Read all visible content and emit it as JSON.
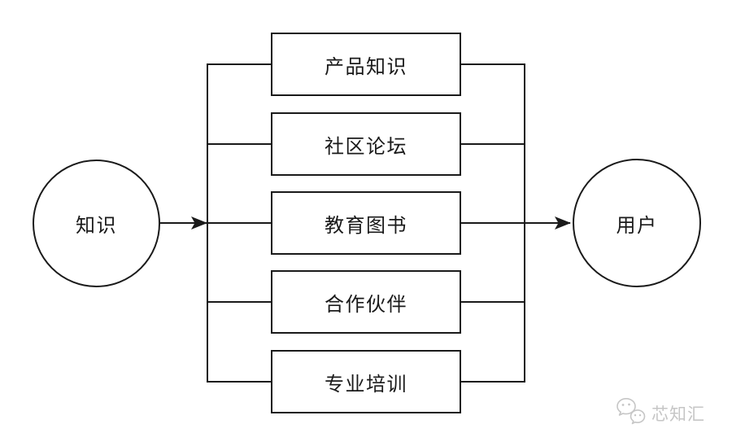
{
  "diagram": {
    "source_node": {
      "label": "知识"
    },
    "target_node": {
      "label": "用户"
    },
    "channels": [
      {
        "label": "产品知识"
      },
      {
        "label": "社区论坛"
      },
      {
        "label": "教育图书"
      },
      {
        "label": "合作伙伴"
      },
      {
        "label": "专业培训"
      }
    ]
  },
  "watermark": {
    "text": "芯知汇",
    "icon": "wechat-chat-bubbles-icon"
  },
  "colors": {
    "line": "#1a1a1a",
    "node_border": "#1a1a1a",
    "text": "#1a1a1a",
    "watermark": "#c6c6c6",
    "background": "#ffffff"
  }
}
